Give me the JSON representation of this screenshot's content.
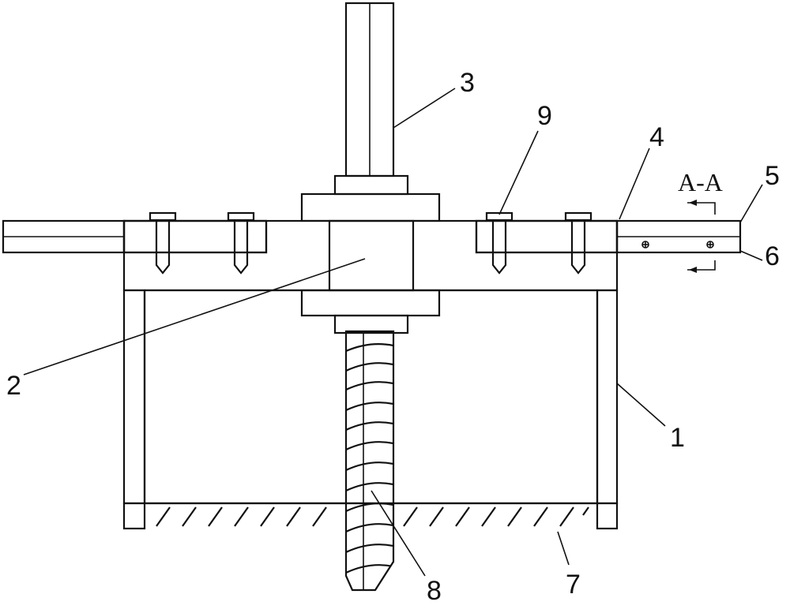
{
  "labels": {
    "part1": "1",
    "part2": "2",
    "part3": "3",
    "part4": "4",
    "part5": "5",
    "part6": "6",
    "part7": "7",
    "part8": "8",
    "part9": "9",
    "section": "A-A"
  },
  "colors": {
    "line": "#111111",
    "background": "#ffffff"
  }
}
